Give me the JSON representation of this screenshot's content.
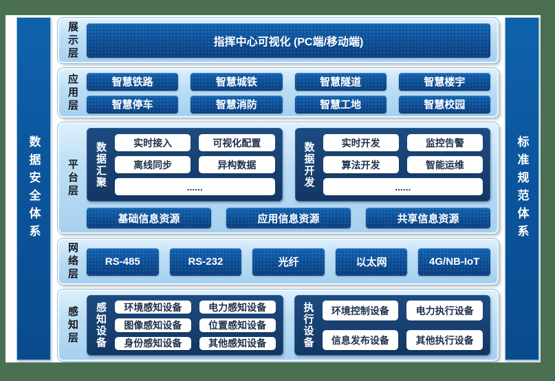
{
  "palette": {
    "frame_green": "#4b7051",
    "page_white": "#ffffff",
    "pillar_blue": "#0c5a9f",
    "panel_light_blue": "#bcdef5",
    "box_dark_blue": "#0b4c93",
    "subpanel_navy": "#173f6e",
    "white_box_text": "#1c2f4a",
    "label_text": "#14181f",
    "box_text_white": "#ffffff"
  },
  "pillars": {
    "left": "数据安全体系",
    "right": "标准规范体系"
  },
  "layers": {
    "presentation": {
      "label": "展示层",
      "box": "指挥中心可视化 (PC端/移动端)"
    },
    "application": {
      "label": "应用层",
      "boxes": [
        "智慧铁路",
        "智慧城铁",
        "智慧隧道",
        "智慧楼宇",
        "智慧停车",
        "智慧消防",
        "智慧工地",
        "智慧校园"
      ]
    },
    "platform": {
      "label": "平台层",
      "data_aggregation": {
        "label": "数据汇聚",
        "items": [
          "实时接入",
          "可视化配置",
          "离线同步",
          "异构数据",
          "......"
        ]
      },
      "data_development": {
        "label": "数据开发",
        "items": [
          "实时开发",
          "监控告警",
          "算法开发",
          "智能运维",
          "......"
        ]
      },
      "resources": [
        "基础信息资源",
        "应用信息资源",
        "共享信息资源"
      ]
    },
    "network": {
      "label": "网络层",
      "boxes": [
        "RS-485",
        "RS-232",
        "光纤",
        "以太网",
        "4G/NB-IoT"
      ]
    },
    "perception": {
      "label": "感知层",
      "sensing_devices": {
        "label": "感知设备",
        "items": [
          "环境感知设备",
          "电力感知设备",
          "图像感知设备",
          "位置感知设备",
          "身份感知设备",
          "其他感知设备"
        ]
      },
      "execution_devices": {
        "label": "执行设备",
        "items": [
          "环境控制设备",
          "电力执行设备",
          "信息发布设备",
          "其他执行设备"
        ]
      }
    }
  }
}
